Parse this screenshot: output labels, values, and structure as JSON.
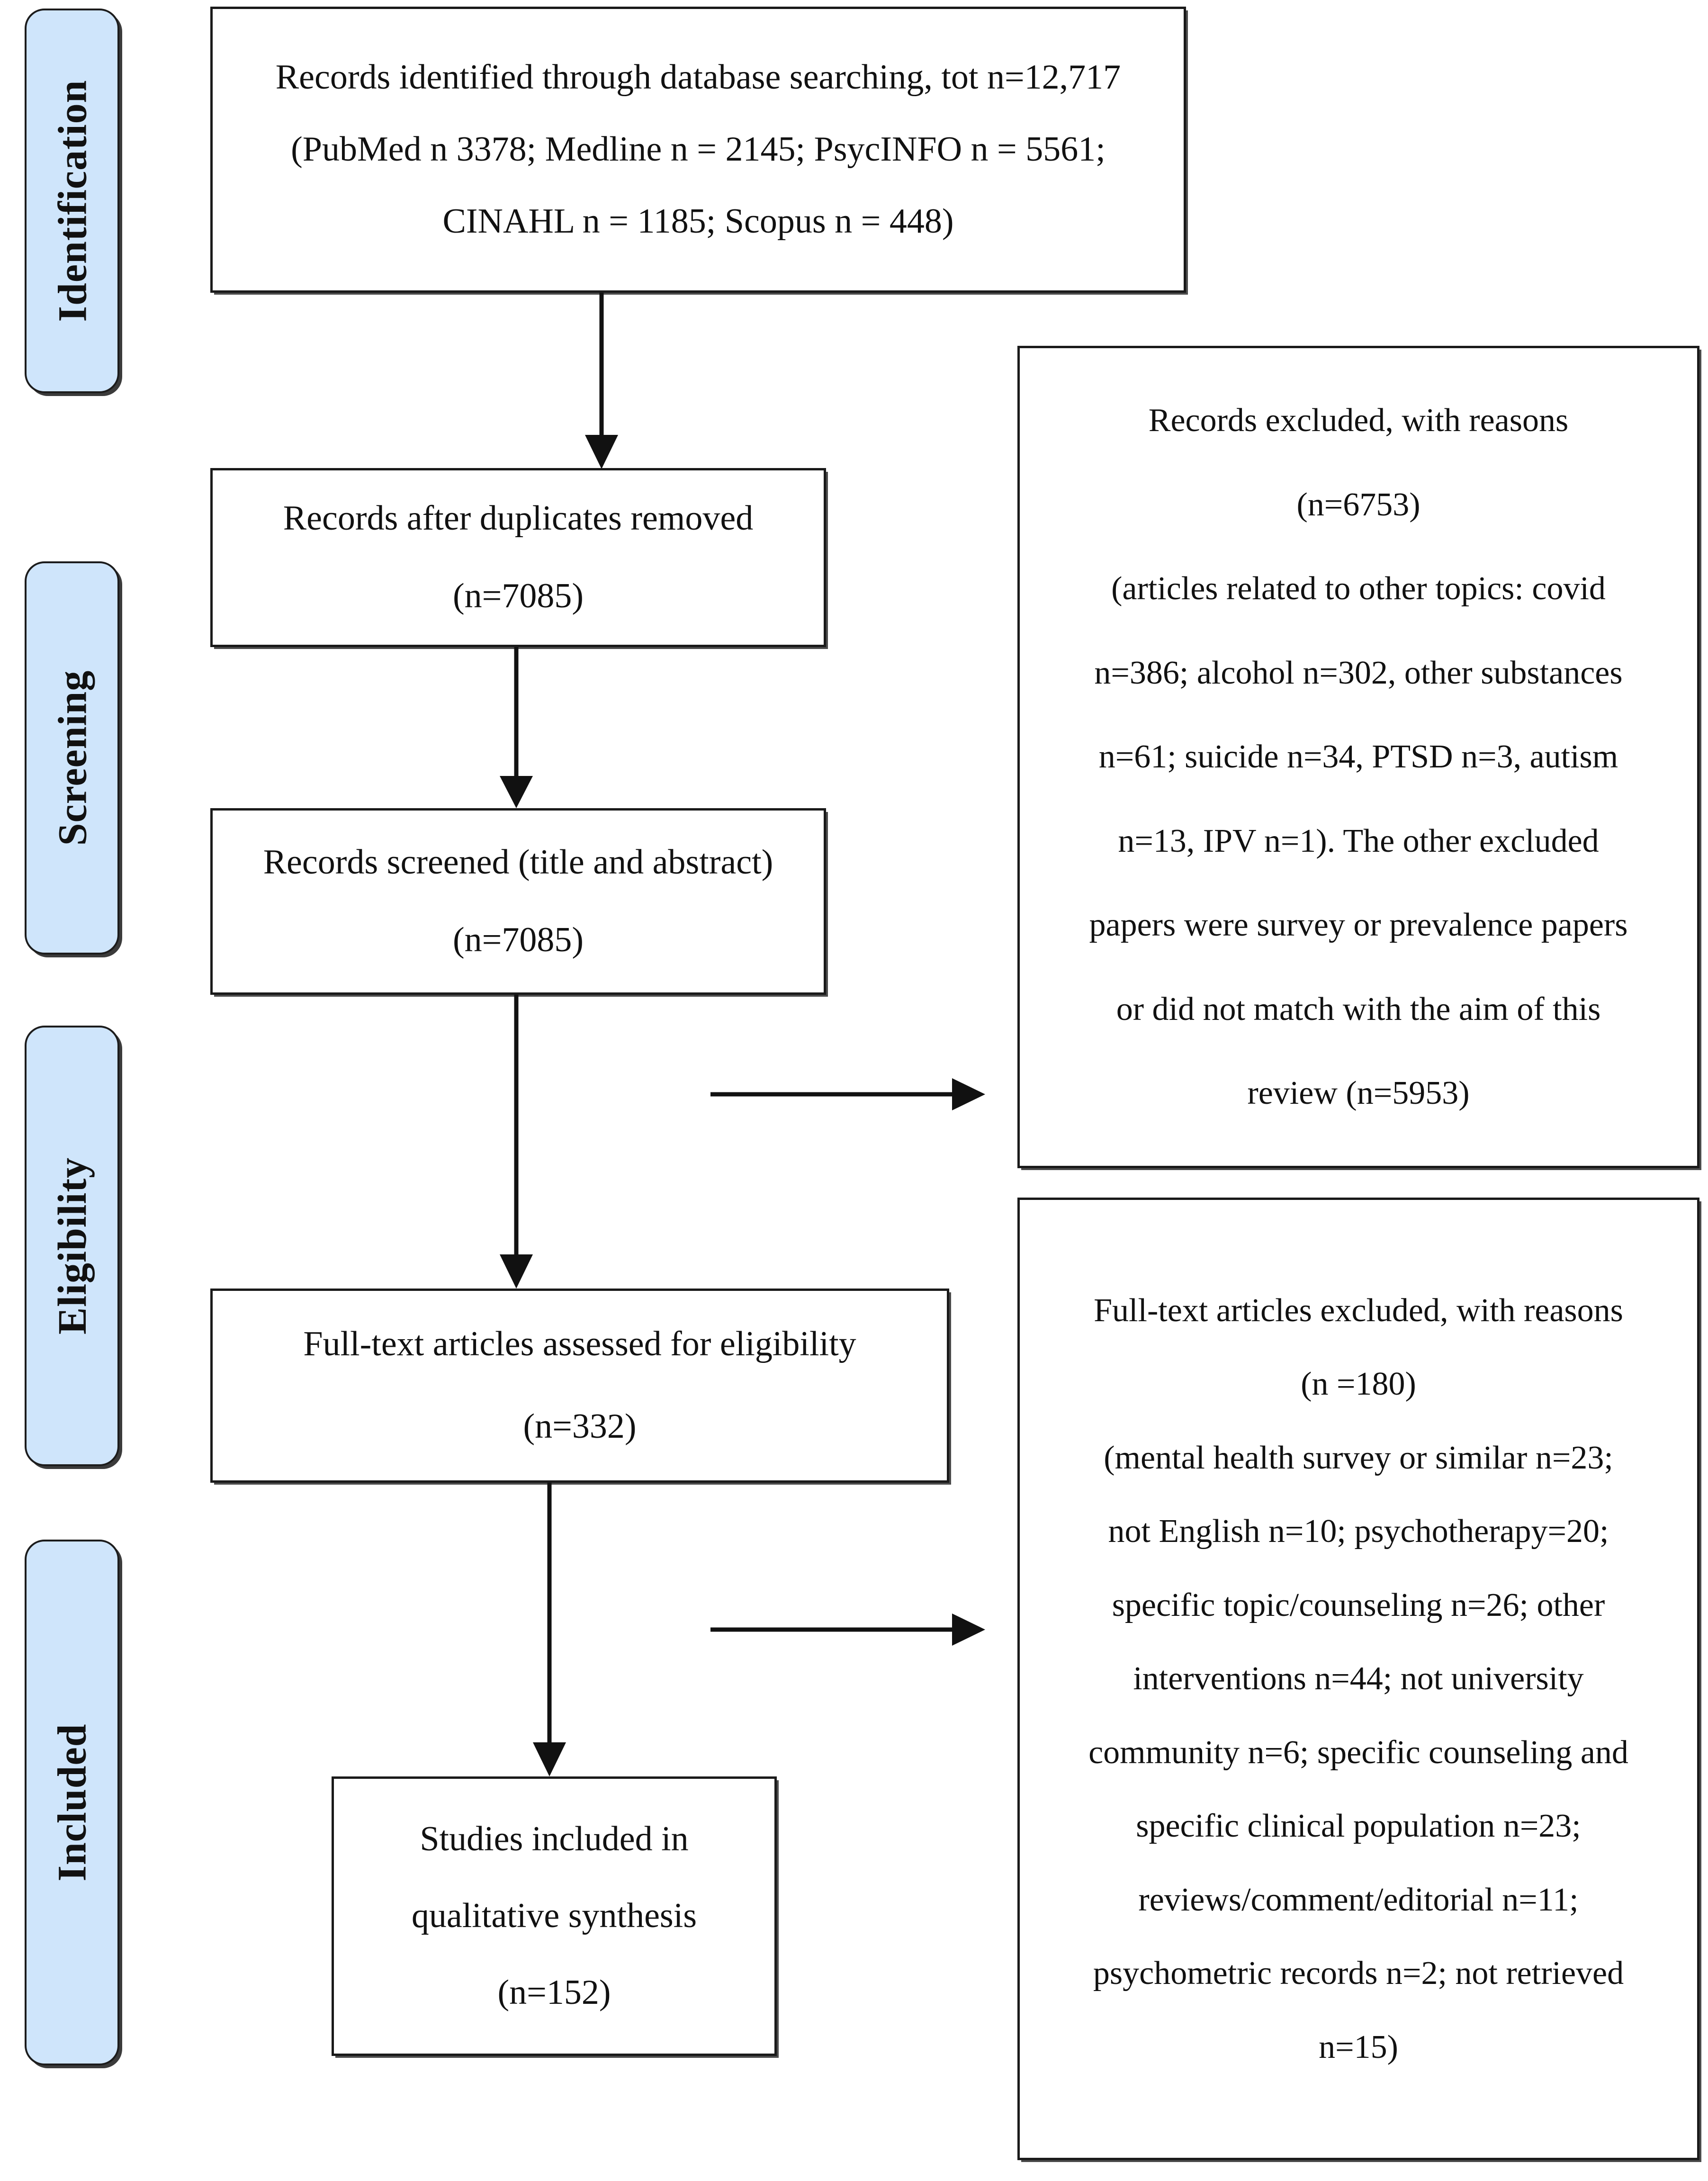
{
  "diagram": {
    "type": "prisma-flow-diagram",
    "stages": [
      {
        "id": "identification",
        "label": "Identification"
      },
      {
        "id": "screening",
        "label": "Screening"
      },
      {
        "id": "eligibility",
        "label": "Eligibility"
      },
      {
        "id": "included",
        "label": "Included"
      }
    ],
    "boxes": {
      "identified": {
        "lines": [
          "Records identified through database searching, tot n=12,717",
          "(PubMed n 3378; Medline n = 2145; PsycINFO n = 5561;",
          "CINAHL n = 1185; Scopus n = 448)"
        ]
      },
      "duplicates_removed": {
        "lines": [
          "Records after duplicates removed",
          "(n=7085)"
        ]
      },
      "records_screened": {
        "lines": [
          "Records screened (title and abstract)",
          "(n=7085)"
        ]
      },
      "fulltext_assessed": {
        "lines": [
          "Full-text articles assessed for eligibility",
          "(n=332)"
        ]
      },
      "studies_included": {
        "lines": [
          "Studies included in",
          "qualitative synthesis",
          "(n=152)"
        ]
      },
      "records_excluded": {
        "lines": [
          "Records excluded, with reasons",
          "(n=6753)",
          "(articles related to other topics: covid",
          "n=386; alcohol n=302, other substances",
          "n=61; suicide n=34, PTSD n=3, autism",
          "n=13, IPV n=1). The other excluded",
          "papers were survey or prevalence papers",
          "or did not match with the aim of this",
          "review (n=5953)"
        ]
      },
      "fulltext_excluded": {
        "lines": [
          "Full-text articles excluded, with reasons",
          "(n =180)",
          "(mental health survey or similar n=23;",
          "not English n=10; psychotherapy=20;",
          "specific topic/counseling n=26; other",
          "interventions n=44; not university",
          "community n=6; specific counseling and",
          "specific clinical population n=23;",
          "reviews/comment/editorial n=11;",
          "psychometric records n=2; not retrieved",
          "n=15)"
        ]
      }
    },
    "colors": {
      "stage_tab_fill": "#cfe5fb",
      "stage_tab_border": "#1c1c1c",
      "box_border": "#1a1a1a",
      "connector": "#111111",
      "background": "#ffffff",
      "text": "#111111"
    },
    "connectors": [
      {
        "id": "identified-to-duplicates",
        "kind": "arrow-down"
      },
      {
        "id": "duplicates-to-screened",
        "kind": "arrow-down"
      },
      {
        "id": "screened-to-fulltext",
        "kind": "arrow-down"
      },
      {
        "id": "fulltext-to-included",
        "kind": "arrow-down"
      },
      {
        "id": "screened-to-records-excluded",
        "kind": "arrow-right"
      },
      {
        "id": "fulltext-to-fulltext-excluded",
        "kind": "arrow-right"
      }
    ]
  }
}
